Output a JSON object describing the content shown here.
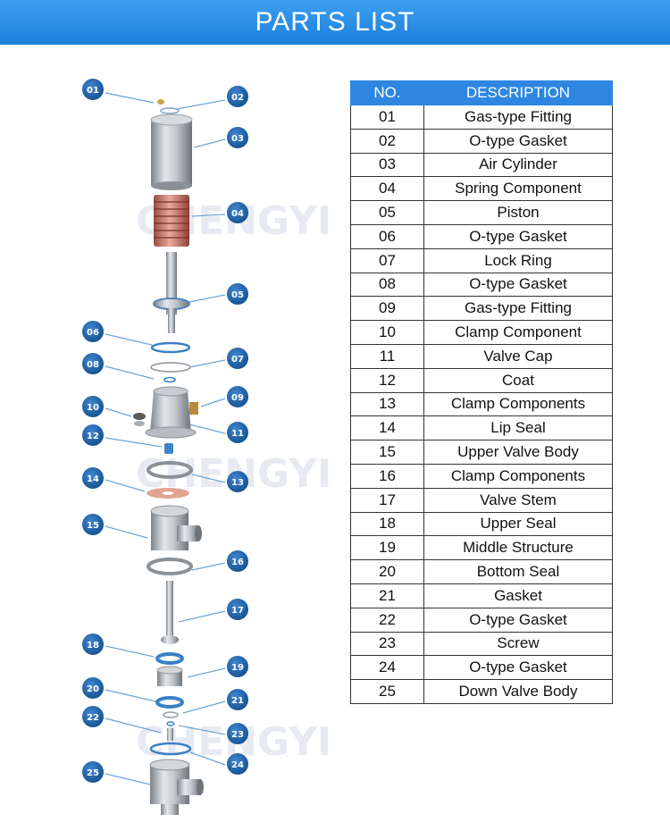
{
  "header": {
    "title": "PARTS LIST"
  },
  "table": {
    "headers": [
      "NO.",
      "DESCRIPTION"
    ],
    "rows": [
      [
        "01",
        "Gas-type Fitting"
      ],
      [
        "02",
        "O-type Gasket"
      ],
      [
        "03",
        "Air Cylinder"
      ],
      [
        "04",
        "Spring Component"
      ],
      [
        "05",
        "Piston"
      ],
      [
        "06",
        "O-type Gasket"
      ],
      [
        "07",
        "Lock Ring"
      ],
      [
        "08",
        "O-type Gasket"
      ],
      [
        "09",
        "Gas-type Fitting"
      ],
      [
        "10",
        "Clamp Component"
      ],
      [
        "11",
        "Valve Cap"
      ],
      [
        "12",
        "Coat"
      ],
      [
        "13",
        "Clamp Components"
      ],
      [
        "14",
        "Lip Seal"
      ],
      [
        "15",
        "Upper Valve Body"
      ],
      [
        "16",
        "Clamp Components"
      ],
      [
        "17",
        "Valve Stem"
      ],
      [
        "18",
        "Upper Seal"
      ],
      [
        "19",
        "Middle Structure"
      ],
      [
        "20",
        "Bottom Seal"
      ],
      [
        "21",
        "Gasket"
      ],
      [
        "22",
        "O-type Gasket"
      ],
      [
        "23",
        "Screw"
      ],
      [
        "24",
        "O-type Gasket"
      ],
      [
        "25",
        "Down Valve Body"
      ]
    ]
  },
  "diagram": {
    "watermark": "CHENGYI",
    "callouts": [
      "01",
      "02",
      "03",
      "04",
      "05",
      "06",
      "07",
      "08",
      "09",
      "10",
      "11",
      "12",
      "13",
      "14",
      "15",
      "16",
      "17",
      "18",
      "19",
      "20",
      "21",
      "22",
      "23",
      "24",
      "25"
    ]
  },
  "colors": {
    "banner": "#2a8de6",
    "callout": "#1f5fa6",
    "table_header": "#2f86e0"
  }
}
